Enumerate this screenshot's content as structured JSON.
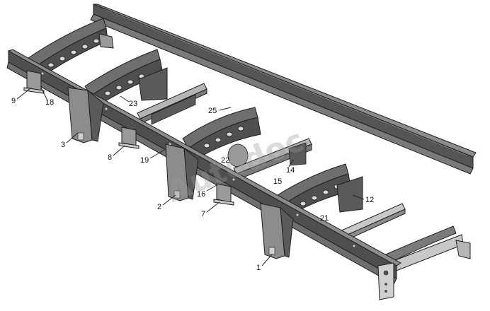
{
  "diagram": {
    "watermark": "Autodoc",
    "colors": {
      "frame_dark": "#4f4f4f",
      "frame_mid": "#6e6e6e",
      "frame_light": "#9a9a9a",
      "frame_pale": "#c8c8c8",
      "line": "#1e1e1e"
    },
    "callouts": [
      {
        "id": "1",
        "label": "1"
      },
      {
        "id": "2",
        "label": "2"
      },
      {
        "id": "3",
        "label": "3"
      },
      {
        "id": "7",
        "label": "7"
      },
      {
        "id": "8",
        "label": "8"
      },
      {
        "id": "9",
        "label": "9"
      },
      {
        "id": "12",
        "label": "12"
      },
      {
        "id": "14",
        "label": "14"
      },
      {
        "id": "15",
        "label": "15"
      },
      {
        "id": "16",
        "label": "16"
      },
      {
        "id": "18",
        "label": "18"
      },
      {
        "id": "19",
        "label": "19"
      },
      {
        "id": "21",
        "label": "21"
      },
      {
        "id": "22",
        "label": "22"
      },
      {
        "id": "23",
        "label": "23"
      },
      {
        "id": "25",
        "label": "25"
      }
    ]
  }
}
